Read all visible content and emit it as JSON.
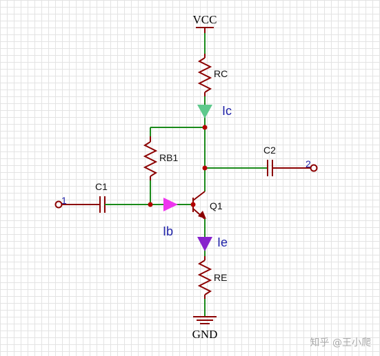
{
  "labels": {
    "vcc": "VCC",
    "gnd": "GND",
    "rc": "RC",
    "rb1": "RB1",
    "re": "RE",
    "c1": "C1",
    "c2": "C2",
    "q1": "Q1",
    "pin_in": "1",
    "pin_out": "2",
    "ic": "Ic",
    "ib": "Ib",
    "ie": "Ie"
  },
  "watermark": "知乎 @王小爬",
  "colors": {
    "wire": "#1a8a1a",
    "component": "#8b0000",
    "junction": "#b30000",
    "ic_arrow": "#5ec98c",
    "ib_arrow": "#ee33ee",
    "ie_arrow": "#8822cc",
    "current_label": "#1f22a8"
  }
}
